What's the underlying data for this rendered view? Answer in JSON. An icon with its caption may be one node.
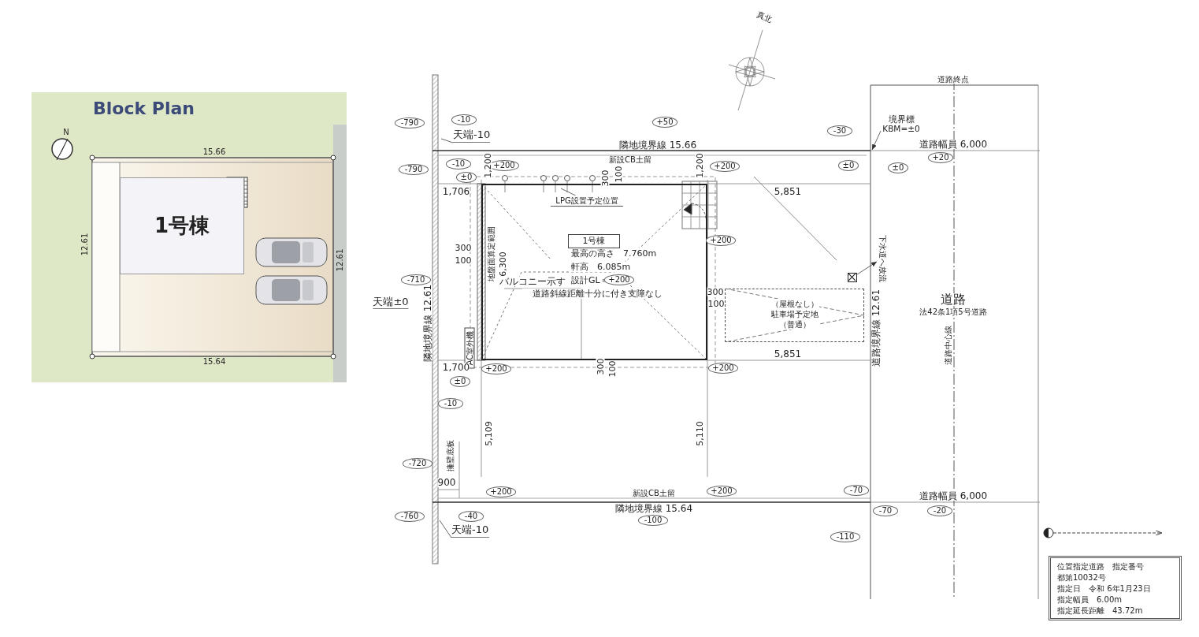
{
  "diagram": {
    "nodes": [
      {
        "text": [
          "Block Plan"
        ]
      },
      {
        "text": [
          "1号棟"
        ],
        "in": 0
      },
      {
        "text": [
          "-10"
        ]
      },
      {
        "text": [
          "+50"
        ]
      },
      {
        "text": [
          "-790"
        ]
      },
      {
        "text": [
          "境界標 KBM=±0"
        ]
      },
      {
        "text": [
          "-30"
        ]
      },
      {
        "text": [
          "天端-10"
        ]
      },
      {
        "text": [
          "-790"
        ]
      },
      {
        "text": [
          "-10"
        ]
      },
      {
        "text": [
          "±0"
        ]
      },
      {
        "text": [
          "+200"
        ]
      },
      {
        "text": [
          "+200"
        ]
      },
      {
        "text": [
          "±0"
        ]
      },
      {
        "text": [
          "±0"
        ]
      },
      {
        "text": [
          "+20"
        ]
      },
      {
        "text": [
          "最高の高さ　7.760m",
          "軒高　6.085m",
          "設計GL＝",
          "道路斜線距離十分に付き支障なし"
        ]
      },
      {
        "text": [
          "1号棟"
        ],
        "in": 16
      },
      {
        "text": [
          "LPG設置予定位置"
        ],
        "in": 16
      },
      {
        "text": [
          "+200"
        ]
      },
      {
        "text": [
          "+200"
        ],
        "in": 16
      },
      {
        "text": [
          "-710"
        ]
      },
      {
        "text": [],
        "shape": "box"
      },
      {
        "text": [
          "下水道へ放流"
        ]
      },
      {
        "text": [
          "（屋根なし）駐車場予定地（普通）"
        ]
      },
      {
        "text": [
          "AC室外機"
        ]
      },
      {
        "text": [
          "+200"
        ]
      },
      {
        "text": [
          "+200"
        ]
      },
      {
        "text": [
          "±0"
        ]
      },
      {
        "text": [
          "-10"
        ]
      },
      {
        "text": [
          "-720"
        ]
      },
      {
        "text": [
          "+200"
        ]
      },
      {
        "text": [
          "+200"
        ]
      },
      {
        "text": [
          "-70"
        ]
      },
      {
        "text": [
          "-760"
        ]
      },
      {
        "text": [
          "-40"
        ]
      },
      {
        "text": [
          "-100"
        ]
      },
      {
        "text": [
          "-70"
        ]
      },
      {
        "text": [
          "-20"
        ]
      },
      {
        "text": [
          "天端-10"
        ]
      },
      {
        "text": [
          "-110"
        ]
      },
      {
        "text": [
          "位置指定道路　指定番号",
          "都第10032号",
          "指定日　令和 6年1月23日",
          "指定幅員　6.00m",
          "指定延長距離　43.72m"
        ]
      }
    ],
    "edges": [
      {
        "from": 7,
        "to": null,
        "arrow": "none"
      },
      {
        "from": 5,
        "to": null,
        "arrow": "to"
      },
      {
        "from": 18,
        "to": null,
        "arrow": "none"
      },
      {
        "from": 22,
        "to": 23,
        "arrow": "to"
      },
      {
        "from": 39,
        "to": null,
        "arrow": "none"
      }
    ],
    "labels": [
      "N",
      "15.66",
      "12.61",
      "12.61",
      "15.64",
      "真北",
      "道路終点",
      "隣地境界線 15.66",
      "道路幅員 6,000",
      "新設CB土留",
      "1,200",
      "1,200",
      "300",
      "100",
      "1,706",
      "5,851",
      "300",
      "100",
      "地盤面算定範囲",
      "6,300",
      "バルコニー示す",
      "300",
      "100",
      "天端±0",
      "隣地境界線 12.61",
      "道路境界線 12.61",
      "道路",
      "法42条1項5号道路",
      "道路中心線",
      "1,700",
      "5,851",
      "300",
      "100",
      "5,109",
      "5,110",
      "擁壁底板",
      "900",
      "新設CB土留",
      "道路幅員 6,000",
      "隣地境界線 15.64"
    ]
  }
}
